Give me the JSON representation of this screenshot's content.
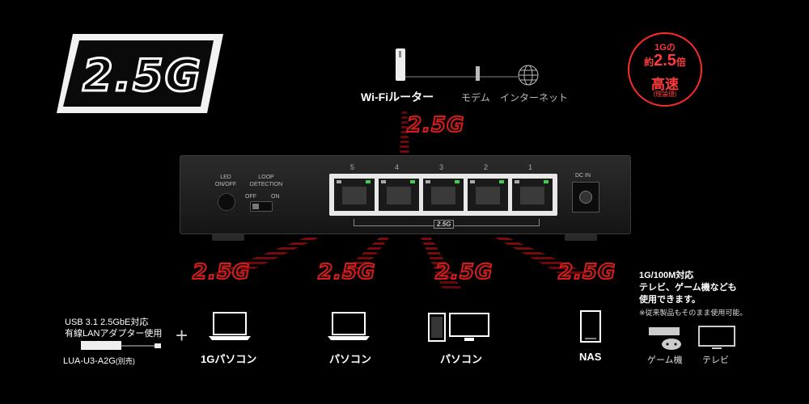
{
  "logo": {
    "text": "2.5G"
  },
  "speed_badge": {
    "line1": "1Gの",
    "line2_prefix": "約",
    "line2_num": "2.5",
    "line2_suffix": "倍",
    "line3": "高速",
    "line4": "(理論値)"
  },
  "network_chain": {
    "wifi_router": "Wi-Fiルーター",
    "modem": "モデム",
    "internet": "インターネット"
  },
  "speed_label": "2.5G",
  "switch": {
    "led_label_1": "LED",
    "led_label_2": "ON/OFF",
    "loop_label_1": "LOOP",
    "loop_label_2": "DETECTION",
    "off_label": "OFF",
    "on_label": "ON",
    "dc_label": "DC IN",
    "port_numbers": [
      "5",
      "4",
      "3",
      "2",
      "1"
    ],
    "bracket_label": "2.5G"
  },
  "adapter": {
    "line1": "USB 3.1  2.5GbE対応",
    "line2": "有線LANアダプター使用",
    "model": "LUA-U3-A2G",
    "model_note": "(別売)",
    "plus": "+"
  },
  "devices": {
    "pc_1g": "1Gパソコン",
    "pc_a": "パソコン",
    "pc_b": "パソコン",
    "nas": "NAS"
  },
  "compat_note": {
    "line1": "1G/100M対応",
    "line2": "テレビ、ゲーム機なども",
    "line3": "使用できます。",
    "line4": "※従来製品もそのまま使用可能。",
    "game": "ゲーム機",
    "tv": "テレビ"
  }
}
